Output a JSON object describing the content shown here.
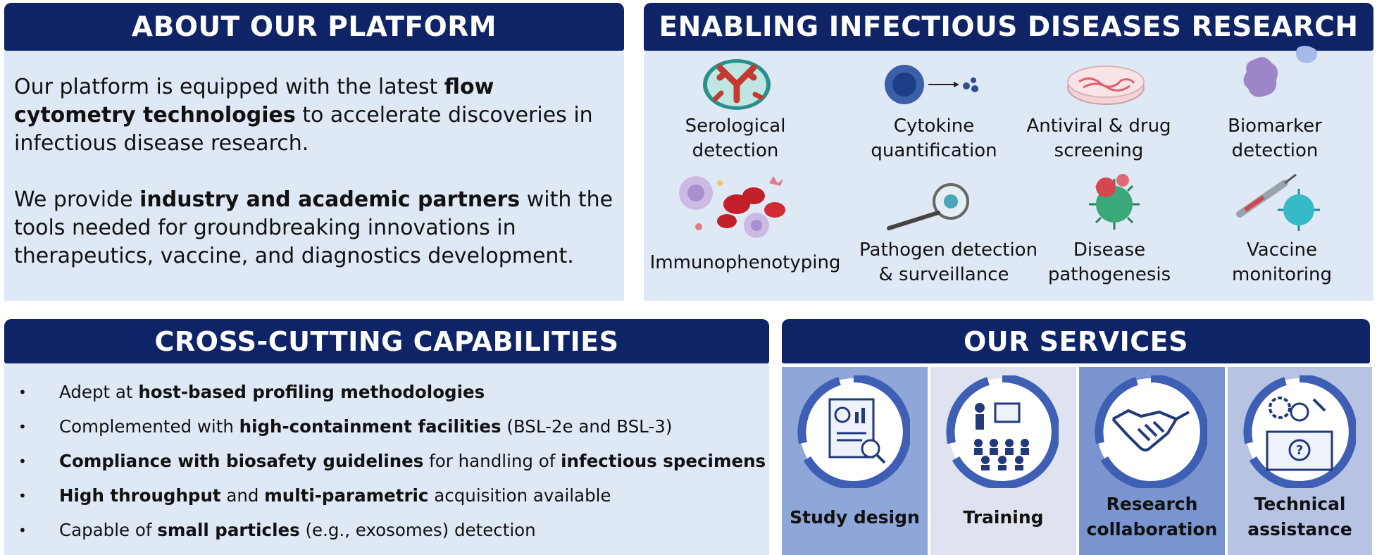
{
  "about": {
    "title": "ABOUT OUR PLATFORM",
    "p1_a": "Our platform is equipped with the latest ",
    "p1_b": "flow cytometry technologies",
    "p1_c": " to accelerate discoveries in infectious disease research.",
    "p2_a": "We provide ",
    "p2_b": "industry and academic partners",
    "p2_c": " with the tools needed for groundbreaking innovations in therapeutics, vaccine, and diagnostics development."
  },
  "enabling": {
    "title": "ENABLING INFECTIOUS DISEASES RESEARCH",
    "items": [
      {
        "l1": "Serological",
        "l2": "detection",
        "icon": "antibody-icon"
      },
      {
        "l1": "Cytokine",
        "l2": "quantification",
        "icon": "cytokine-icon"
      },
      {
        "l1": "Antiviral & drug",
        "l2": "screening",
        "icon": "petri-dish-icon"
      },
      {
        "l1": "Biomarker",
        "l2": "detection",
        "icon": "biomarker-icon"
      },
      {
        "l1": "Immunophenotyping",
        "l2": "",
        "icon": "blood-cells-icon"
      },
      {
        "l1": "Pathogen detection",
        "l2": "& surveillance",
        "icon": "magnifier-virus-icon"
      },
      {
        "l1": "Disease",
        "l2": "pathogenesis",
        "icon": "virus-icon"
      },
      {
        "l1": "Vaccine",
        "l2": "monitoring",
        "icon": "syringe-virus-icon"
      }
    ]
  },
  "cross": {
    "title": "CROSS-CUTTING CAPABILITIES",
    "bullet": "•",
    "rows": [
      {
        "a": "Adept at ",
        "b": "host-based profiling methodologies",
        "c": "",
        "d": "",
        "e": ""
      },
      {
        "a": "Complemented with ",
        "b": "high-containment facilities",
        "c": " (BSL-2e and BSL-3)",
        "d": "",
        "e": ""
      },
      {
        "a": "",
        "b": "Compliance with biosafety guidelines",
        "c": " for handling of ",
        "d": "infectious specimens",
        "e": ""
      },
      {
        "a": "",
        "b": "High throughput",
        "c": " and ",
        "d": "multi-parametric",
        "e": " acquisition available"
      },
      {
        "a": "Capable of ",
        "b": "small particles",
        "c": " (e.g., exosomes) detection",
        "d": "",
        "e": ""
      }
    ]
  },
  "services": {
    "title": "OUR SERVICES",
    "items": [
      {
        "l1": "Study design",
        "l2": "",
        "bg": "#8fa6d8",
        "icon": "report-icon"
      },
      {
        "l1": "Training",
        "l2": "",
        "bg": "#dfe2ef",
        "icon": "presentation-icon"
      },
      {
        "l1": "Research",
        "l2": "collaboration",
        "bg": "#7a94d0",
        "icon": "handshake-icon"
      },
      {
        "l1": "Technical",
        "l2": "assistance",
        "bg": "#b6c3e3",
        "icon": "support-desk-icon"
      }
    ]
  }
}
